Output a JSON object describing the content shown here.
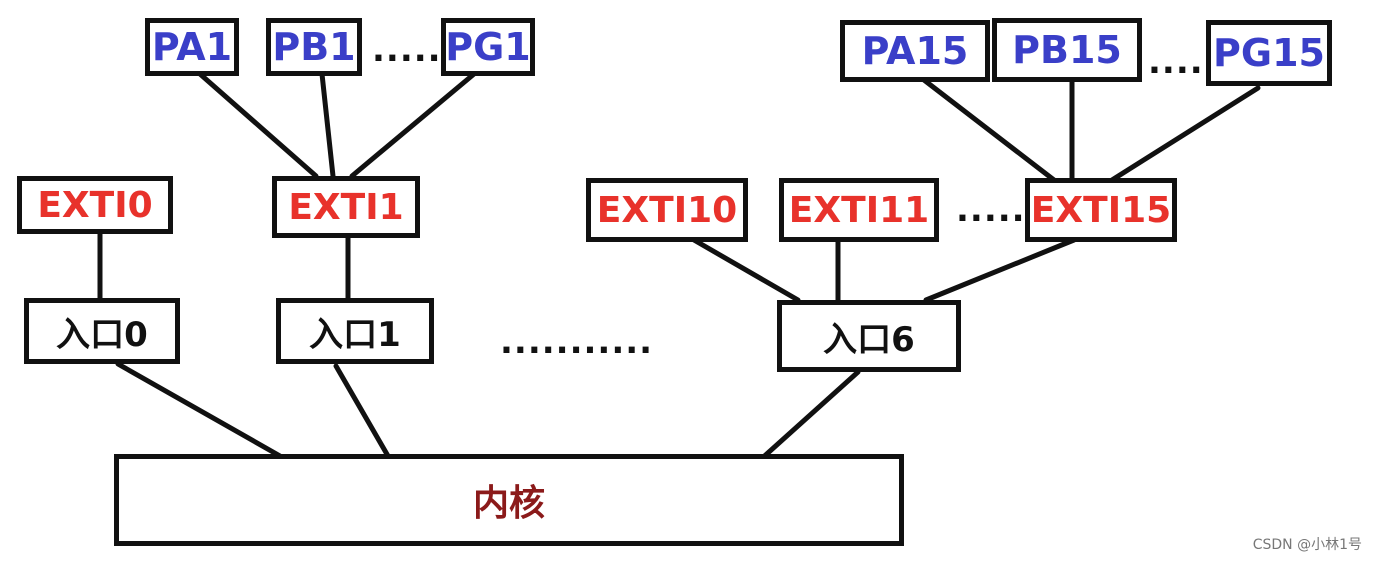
{
  "pins": {
    "pa1": "PA1",
    "pb1": "PB1",
    "pg1": "PG1",
    "pa15": "PA15",
    "pb15": "PB15",
    "pg15": "PG15"
  },
  "exti": {
    "e0": "EXTI0",
    "e1": "EXTI1",
    "e10": "EXTI10",
    "e11": "EXTI11",
    "e15": "EXTI15"
  },
  "entries": {
    "n0": "入口0",
    "n1": "入口1",
    "n6": "入口6"
  },
  "core": "内核",
  "ellipses": {
    "pins_left": ".....",
    "pins_right": "....",
    "exti_right": ".....",
    "entries": "..........."
  },
  "watermark": "CSDN @小林1号",
  "colors": {
    "pin_text": "#3a3fc8",
    "exti_text": "#e8322b",
    "core_text": "#8b1a1a",
    "border": "#111111"
  }
}
